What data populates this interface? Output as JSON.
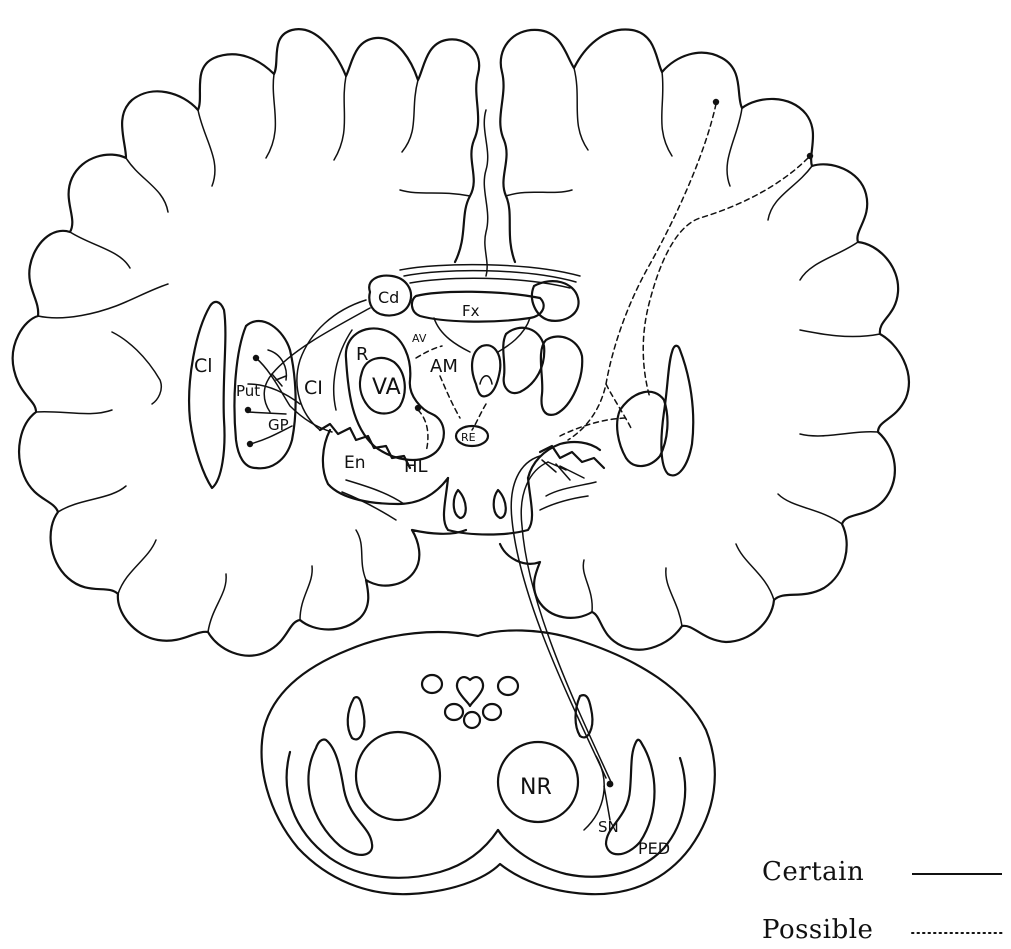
{
  "labels": {
    "cd": "Cd",
    "fx": "Fx",
    "av": "AV",
    "am": "AM",
    "r": "R",
    "va": "VA",
    "re": "RE",
    "cl_left": "Cl",
    "ci": "CI",
    "put": "Put",
    "gp": "GP",
    "en": "En",
    "hl": "HL",
    "nr": "NR",
    "sn": "SN",
    "ped": "PED"
  },
  "legend": {
    "certain": "Certain",
    "possible": "Possible"
  }
}
